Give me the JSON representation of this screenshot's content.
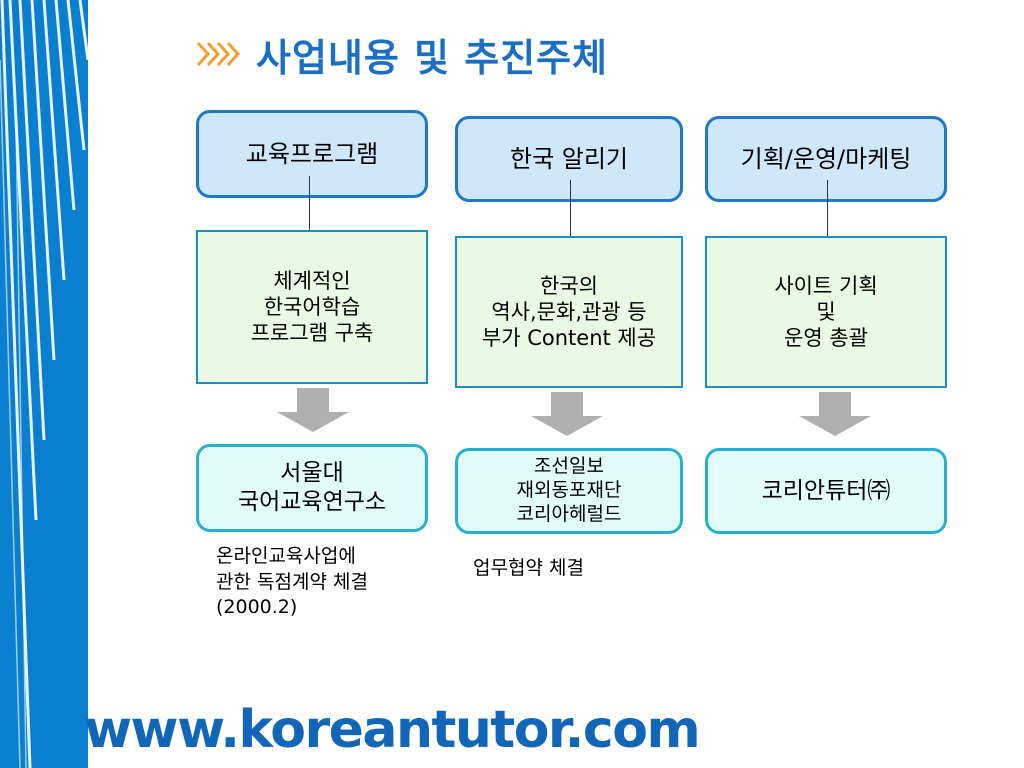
{
  "title": "사업내용  및  추진주체",
  "columns": [
    {
      "category": "교육프로그램",
      "description": "체계적인\n한국어학습\n프로그램 구축",
      "partner": "서울대\n국어교육연구소",
      "note": "온라인교육사업에\n관한 독점계약 체결\n(2000.2)"
    },
    {
      "category": "한국 알리기",
      "description": "한국의\n역사,문화,관광 등\n부가 Content 제공",
      "partner": "조선일보\n재외동포재단\n코리아헤럴드",
      "note": "업무협약  체결"
    },
    {
      "category": "기획/운영/마케팅",
      "description": "사이트 기획\n및\n운영 총괄",
      "partner": "코리안튜터㈜",
      "note": ""
    }
  ],
  "footer_url": "www.koreantutor.com",
  "colors": {
    "title": "#1a6fc4",
    "category_fill": "#cfe7fb",
    "category_border": "#1e78c8",
    "description_fill": "#e9f9e3",
    "partner_fill": "#e2fcfb",
    "partner_border": "#26b0cf",
    "stripe": "#0a7fd0",
    "title_icon": "#f0a030"
  },
  "icons": {
    "title_icon": "chevron-arrows-icon",
    "flow_arrow": "down-arrow-icon"
  }
}
